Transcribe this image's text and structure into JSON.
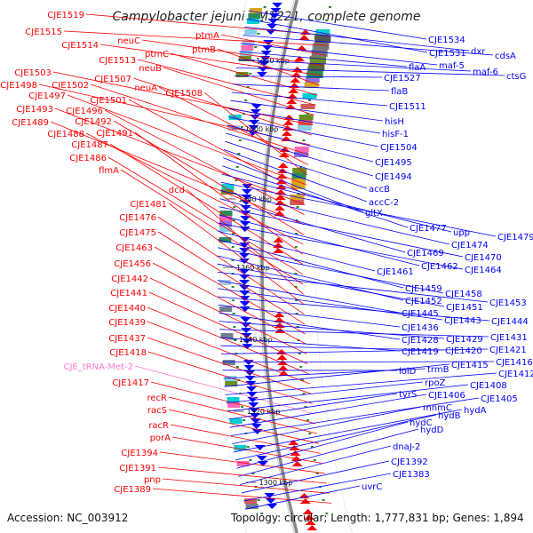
{
  "title": "Campylobacter jejuni RM1221, complete genome",
  "accession": "Accession: NC_003912",
  "topology": "Topology: circular; Length: 1,777,831 bp; Genes: 1,894",
  "colors": {
    "forward": "#ff0000",
    "reverse": "#0000ff",
    "trna": "#ff77cc",
    "backbone": "#888888",
    "tick": "#2e8b2e"
  },
  "kbp_labels": [
    "1420 kbp",
    "1400 kbp",
    "1380 kbp",
    "1360 kbp",
    "1340 kbp",
    "1320 kbp",
    "1300 kbp"
  ],
  "left_labels": [
    {
      "text": "CJE1519",
      "tone": "forward"
    },
    {
      "text": "CJE1515",
      "tone": "forward"
    },
    {
      "text": "ptmA",
      "tone": "forward"
    },
    {
      "text": "neuC",
      "tone": "forward"
    },
    {
      "text": "CJE1514",
      "tone": "forward"
    },
    {
      "text": "ptmB",
      "tone": "forward"
    },
    {
      "text": "ptmC",
      "tone": "forward"
    },
    {
      "text": "CJE1513",
      "tone": "forward"
    },
    {
      "text": "neuB",
      "tone": "forward"
    },
    {
      "text": "CJE1503",
      "tone": "forward"
    },
    {
      "text": "CJE1507",
      "tone": "forward"
    },
    {
      "text": "CJE1498",
      "tone": "forward"
    },
    {
      "text": "CJE1502",
      "tone": "forward"
    },
    {
      "text": "neuA",
      "tone": "forward"
    },
    {
      "text": "CJE1508",
      "tone": "forward"
    },
    {
      "text": "CJE1497",
      "tone": "forward"
    },
    {
      "text": "CJE1501",
      "tone": "forward"
    },
    {
      "text": "CJE1493",
      "tone": "forward"
    },
    {
      "text": "CJE1496",
      "tone": "forward"
    },
    {
      "text": "CJE1489",
      "tone": "forward"
    },
    {
      "text": "CJE1492",
      "tone": "forward"
    },
    {
      "text": "CJE1488",
      "tone": "forward"
    },
    {
      "text": "CJE1491",
      "tone": "forward"
    },
    {
      "text": "CJE1487",
      "tone": "forward"
    },
    {
      "text": "CJE1486",
      "tone": "forward"
    },
    {
      "text": "flmA",
      "tone": "forward"
    },
    {
      "text": "dcd",
      "tone": "forward"
    },
    {
      "text": "CJE1481",
      "tone": "forward"
    },
    {
      "text": "CJE1476",
      "tone": "forward"
    },
    {
      "text": "CJE1475",
      "tone": "forward"
    },
    {
      "text": "CJE1463",
      "tone": "forward"
    },
    {
      "text": "CJE1456",
      "tone": "forward"
    },
    {
      "text": "CJE1442",
      "tone": "forward"
    },
    {
      "text": "CJE1441",
      "tone": "forward"
    },
    {
      "text": "CJE1440",
      "tone": "forward"
    },
    {
      "text": "CJE1439",
      "tone": "forward"
    },
    {
      "text": "CJE1437",
      "tone": "forward"
    },
    {
      "text": "CJE1418",
      "tone": "forward"
    },
    {
      "text": "CJE_tRNA-Met-2",
      "tone": "trna"
    },
    {
      "text": "CJE1417",
      "tone": "forward"
    },
    {
      "text": "recR",
      "tone": "forward"
    },
    {
      "text": "racS",
      "tone": "forward"
    },
    {
      "text": "racR",
      "tone": "forward"
    },
    {
      "text": "porA",
      "tone": "forward"
    },
    {
      "text": "CJE1394",
      "tone": "forward"
    },
    {
      "text": "CJE1391",
      "tone": "forward"
    },
    {
      "text": "pnp",
      "tone": "forward"
    },
    {
      "text": "CJE1389",
      "tone": "forward"
    }
  ],
  "right_labels": [
    {
      "text": "CJE1534",
      "tone": "reverse"
    },
    {
      "text": "CJE1531",
      "tone": "reverse"
    },
    {
      "text": "dxr",
      "tone": "reverse"
    },
    {
      "text": "cdsA",
      "tone": "reverse"
    },
    {
      "text": "maf-5",
      "tone": "reverse"
    },
    {
      "text": "flaA",
      "tone": "reverse"
    },
    {
      "text": "maf-6",
      "tone": "reverse"
    },
    {
      "text": "ctsG",
      "tone": "reverse"
    },
    {
      "text": "CJE1527",
      "tone": "reverse"
    },
    {
      "text": "flaB",
      "tone": "reverse"
    },
    {
      "text": "CJE1511",
      "tone": "reverse"
    },
    {
      "text": "hisH",
      "tone": "reverse"
    },
    {
      "text": "hisF-1",
      "tone": "reverse"
    },
    {
      "text": "CJE1504",
      "tone": "reverse"
    },
    {
      "text": "CJE1495",
      "tone": "reverse"
    },
    {
      "text": "CJE1494",
      "tone": "reverse"
    },
    {
      "text": "accB",
      "tone": "reverse"
    },
    {
      "text": "accC-2",
      "tone": "reverse"
    },
    {
      "text": "gltX",
      "tone": "reverse"
    },
    {
      "text": "CJE1477",
      "tone": "reverse"
    },
    {
      "text": "upp",
      "tone": "reverse"
    },
    {
      "text": "CJE1479",
      "tone": "reverse"
    },
    {
      "text": "CJE1474",
      "tone": "reverse"
    },
    {
      "text": "CJE1469",
      "tone": "reverse"
    },
    {
      "text": "CJE1470",
      "tone": "reverse"
    },
    {
      "text": "CJE1462",
      "tone": "reverse"
    },
    {
      "text": "CJE1464",
      "tone": "reverse"
    },
    {
      "text": "CJE1461",
      "tone": "reverse"
    },
    {
      "text": "CJE1459",
      "tone": "reverse"
    },
    {
      "text": "CJE1458",
      "tone": "reverse"
    },
    {
      "text": "CJE1452",
      "tone": "reverse"
    },
    {
      "text": "CJE1451",
      "tone": "reverse"
    },
    {
      "text": "CJE1453",
      "tone": "reverse"
    },
    {
      "text": "CJE1445",
      "tone": "reverse"
    },
    {
      "text": "CJE1443",
      "tone": "reverse"
    },
    {
      "text": "CJE1444",
      "tone": "reverse"
    },
    {
      "text": "CJE1436",
      "tone": "reverse"
    },
    {
      "text": "CJE1428",
      "tone": "reverse"
    },
    {
      "text": "CJE1429",
      "tone": "reverse"
    },
    {
      "text": "CJE1431",
      "tone": "reverse"
    },
    {
      "text": "CJE1419",
      "tone": "reverse"
    },
    {
      "text": "CJE1420",
      "tone": "reverse"
    },
    {
      "text": "CJE1421",
      "tone": "reverse"
    },
    {
      "text": "CJE1416",
      "tone": "reverse"
    },
    {
      "text": "lolD",
      "tone": "reverse"
    },
    {
      "text": "trmB",
      "tone": "reverse"
    },
    {
      "text": "CJE1415",
      "tone": "reverse"
    },
    {
      "text": "CJE1412",
      "tone": "reverse"
    },
    {
      "text": "rpoZ",
      "tone": "reverse"
    },
    {
      "text": "CJE1408",
      "tone": "reverse"
    },
    {
      "text": "tyrS",
      "tone": "reverse"
    },
    {
      "text": "CJE1406",
      "tone": "reverse"
    },
    {
      "text": "CJE1405",
      "tone": "reverse"
    },
    {
      "text": "mnmC",
      "tone": "reverse"
    },
    {
      "text": "hydA",
      "tone": "reverse"
    },
    {
      "text": "hydB",
      "tone": "reverse"
    },
    {
      "text": "hydC",
      "tone": "reverse"
    },
    {
      "text": "hydD",
      "tone": "reverse"
    },
    {
      "text": "dnaJ-2",
      "tone": "reverse"
    },
    {
      "text": "CJE1392",
      "tone": "reverse"
    },
    {
      "text": "CJE1383",
      "tone": "reverse"
    },
    {
      "text": "uvrC",
      "tone": "reverse"
    }
  ]
}
